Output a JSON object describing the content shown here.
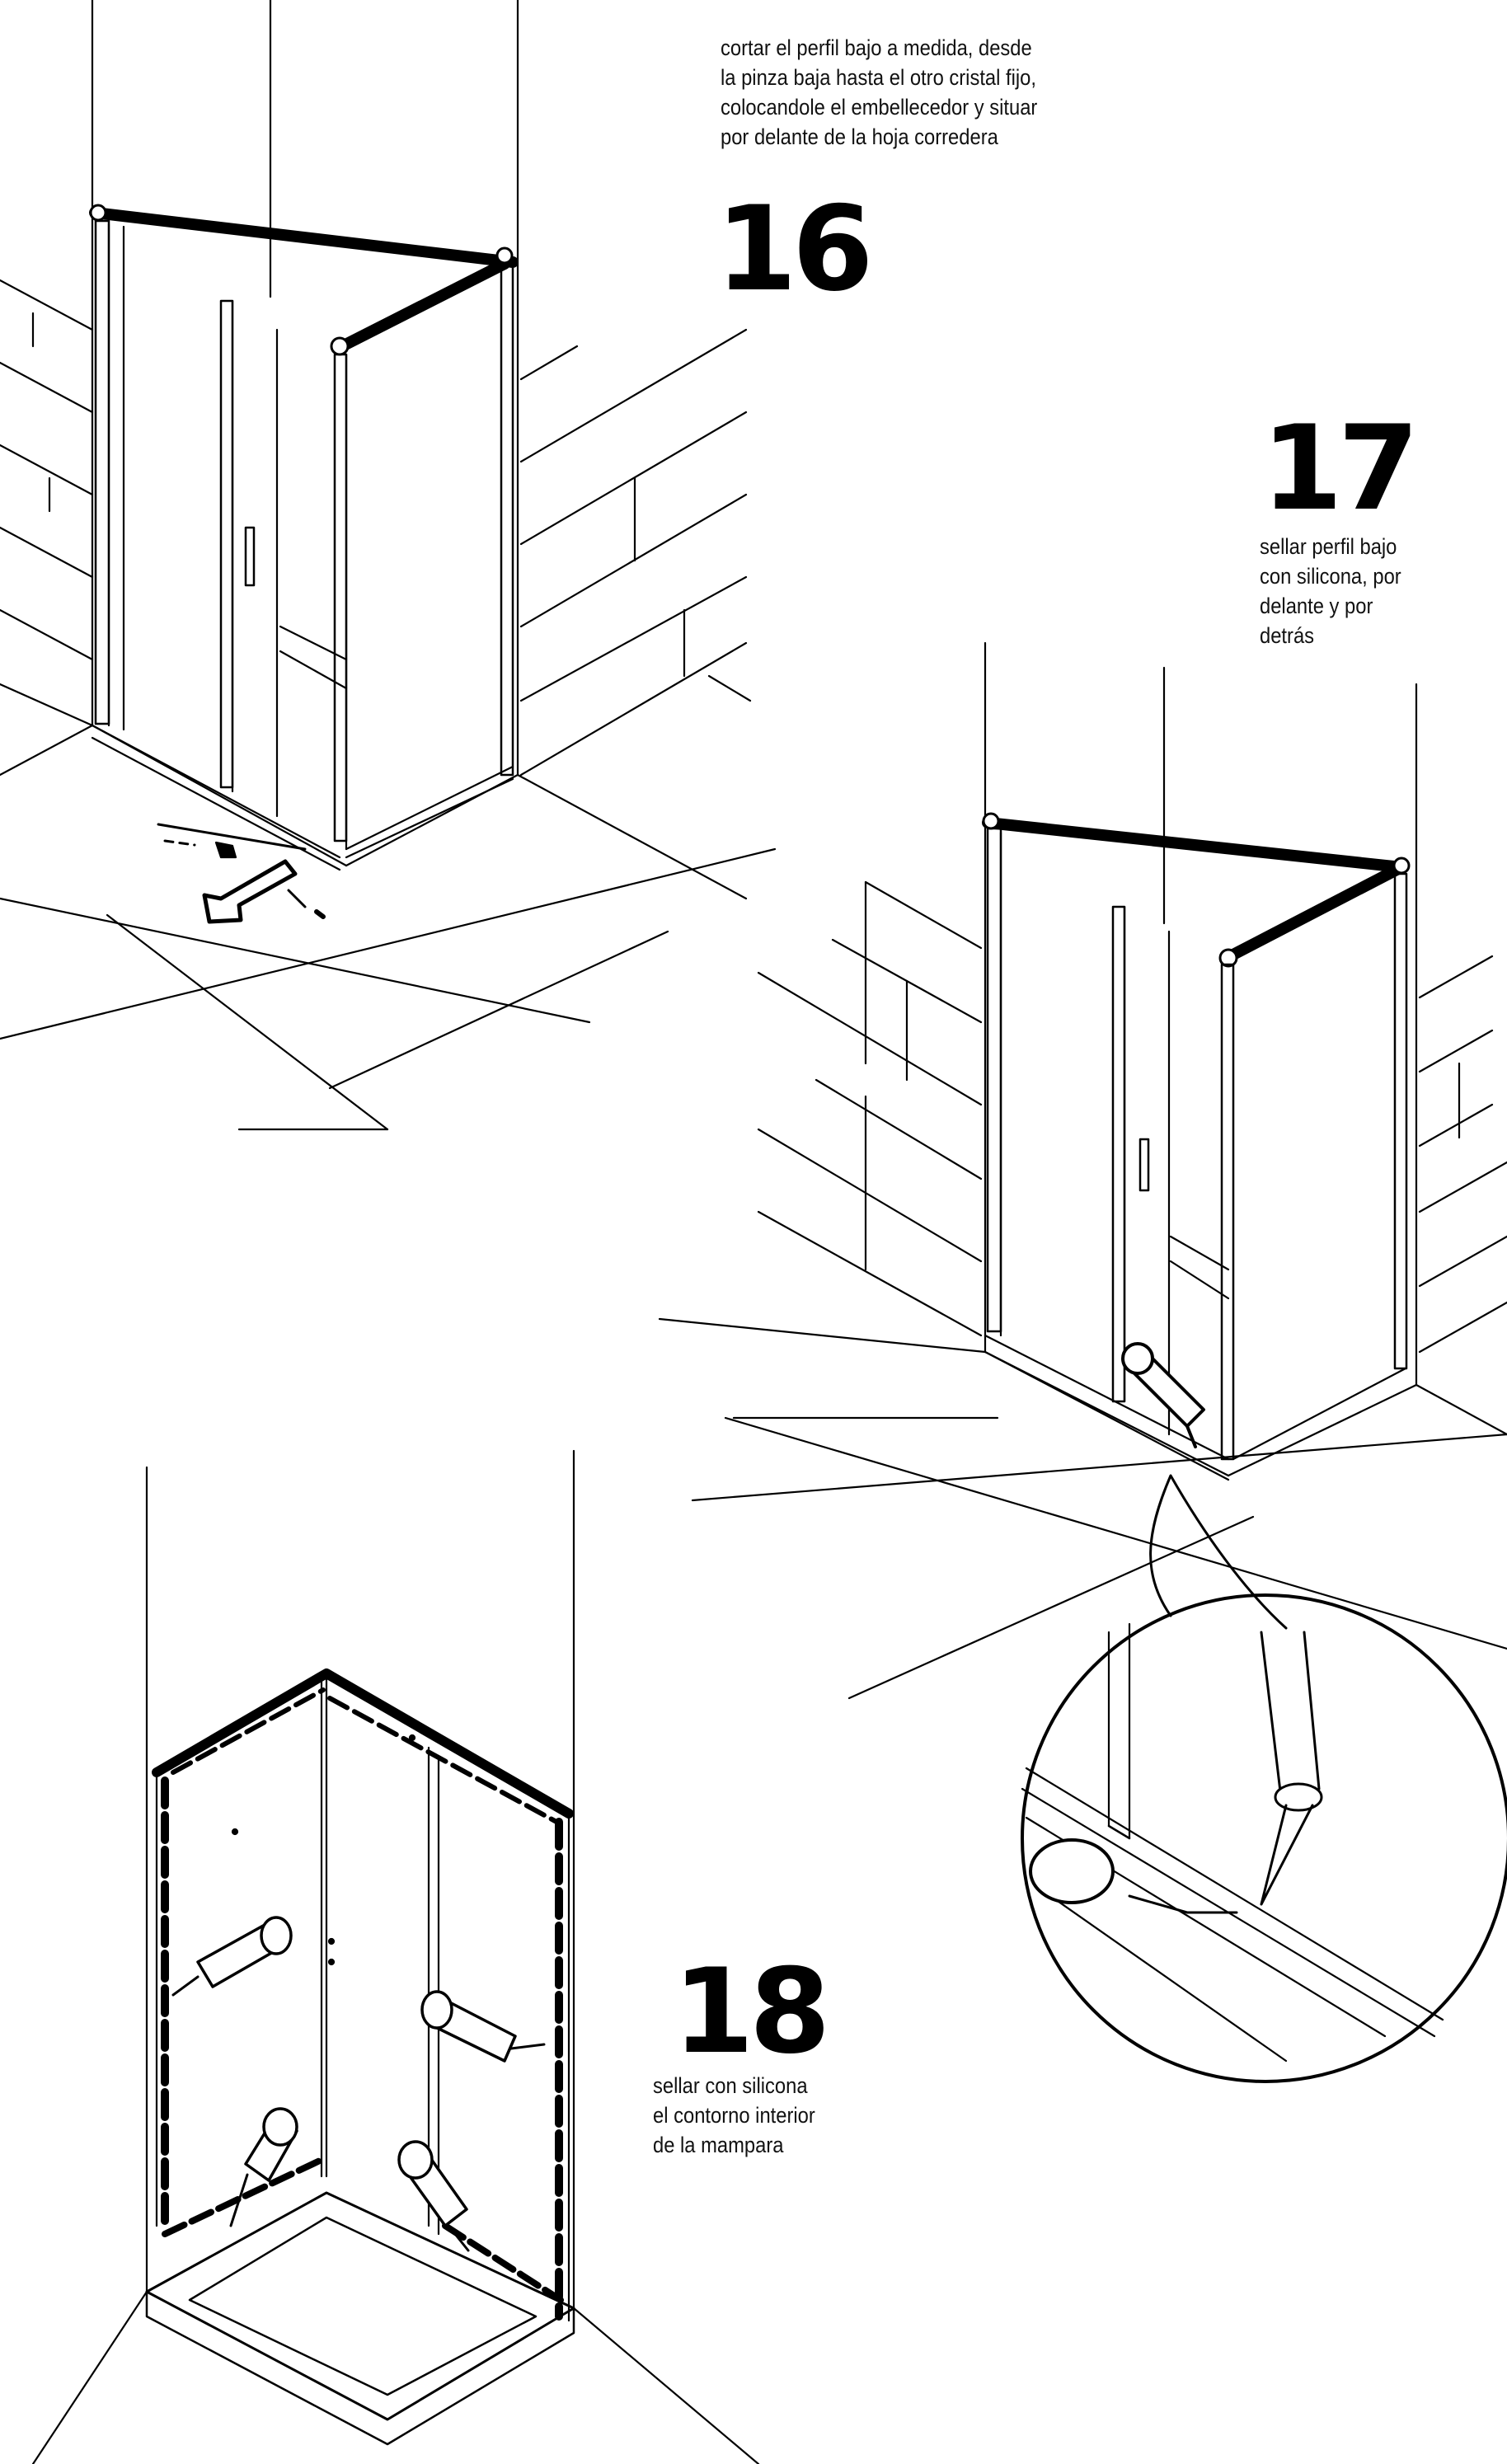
{
  "colors": {
    "ink": "#000000",
    "text": "#111111",
    "paper": "#ffffff"
  },
  "steps": [
    {
      "number": "16",
      "lines": [
        "cortar el perfil bajo a medida, desde",
        "la pinza baja hasta el otro cristal fijo,",
        "colocandole el embellecedor y situar",
        "por delante de la hoja corredera"
      ]
    },
    {
      "number": "17",
      "lines": [
        "sellar perfil bajo",
        "con silicona, por",
        "delante y por",
        "detrás"
      ]
    },
    {
      "number": "18",
      "lines": [
        "sellar con silicona",
        "el contorno interior",
        "de la mampara"
      ]
    }
  ]
}
